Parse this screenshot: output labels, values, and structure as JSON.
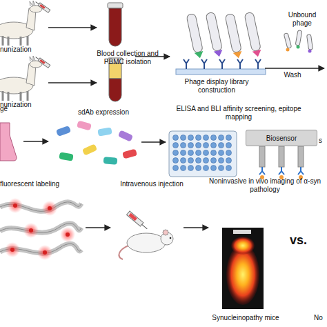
{
  "diagram": {
    "nodes": [
      {
        "text": [
          "Biosensor"
        ]
      }
    ],
    "labels": [
      "nunization",
      "Blood collection and PBMC isolation",
      "Phage display library construction",
      "Unbound phage",
      "Wash",
      "nunization",
      "ge",
      "sdAb expression",
      "ELISA and BLI affinity screening, epitope mapping",
      "s",
      "fluorescent labeling",
      "Intravenous injection",
      "Noninvasive in vivo imaging of α-syn pathology",
      "Synucleinopathy mice",
      "vs.",
      "No"
    ]
  }
}
